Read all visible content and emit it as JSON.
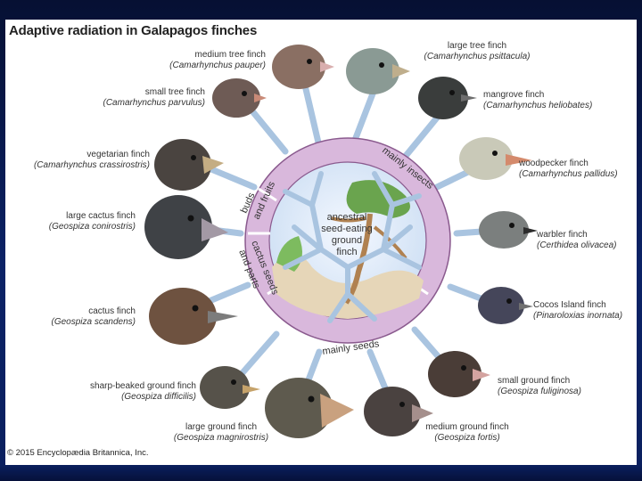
{
  "title": "Adaptive radiation in Galapagos finches",
  "center_label": [
    "ancestral",
    "seed-eating",
    "ground",
    "finch"
  ],
  "sectors": {
    "insects": "mainly insects",
    "buds": [
      "buds",
      "and fruits"
    ],
    "cactus": [
      "cactus seeds",
      "and parts"
    ],
    "seeds": "mainly seeds"
  },
  "finches": [
    {
      "common": "medium tree finch",
      "sci": "(Camarhynchus pauper)"
    },
    {
      "common": "large tree finch",
      "sci": "(Camarhynchus psittacula)"
    },
    {
      "common": "small tree finch",
      "sci": "(Camarhynchus parvulus)"
    },
    {
      "common": "mangrove finch",
      "sci": "(Camarhynchus heliobates)"
    },
    {
      "common": "vegetarian finch",
      "sci": "(Camarhynchus crassirostris)"
    },
    {
      "common": "woodpecker finch",
      "sci": "(Camarhynchus pallidus)"
    },
    {
      "common": "large cactus finch",
      "sci": "(Geospiza conirostris)"
    },
    {
      "common": "warbler finch",
      "sci": "(Certhidea olivacea)"
    },
    {
      "common": "cactus finch",
      "sci": "(Geospiza scandens)"
    },
    {
      "common": "Cocos Island finch",
      "sci": "(Pinaroloxias inornata)"
    },
    {
      "common": "sharp-beaked ground finch",
      "sci": "(Geospiza difficilis)"
    },
    {
      "common": "small ground finch",
      "sci": "(Geospiza fuliginosa)"
    },
    {
      "common": "large ground finch",
      "sci": "(Geospiza magnirostris)"
    },
    {
      "common": "medium ground finch",
      "sci": "(Geospiza fortis)"
    }
  ],
  "copyright": "© 2015 Encyclopædia Britannica, Inc.",
  "colors": {
    "ring": "#d9b8dc",
    "ring_stroke": "#8a5a8e",
    "branch": "#a9c4e0",
    "slide_bg": "#0a1f5e"
  }
}
